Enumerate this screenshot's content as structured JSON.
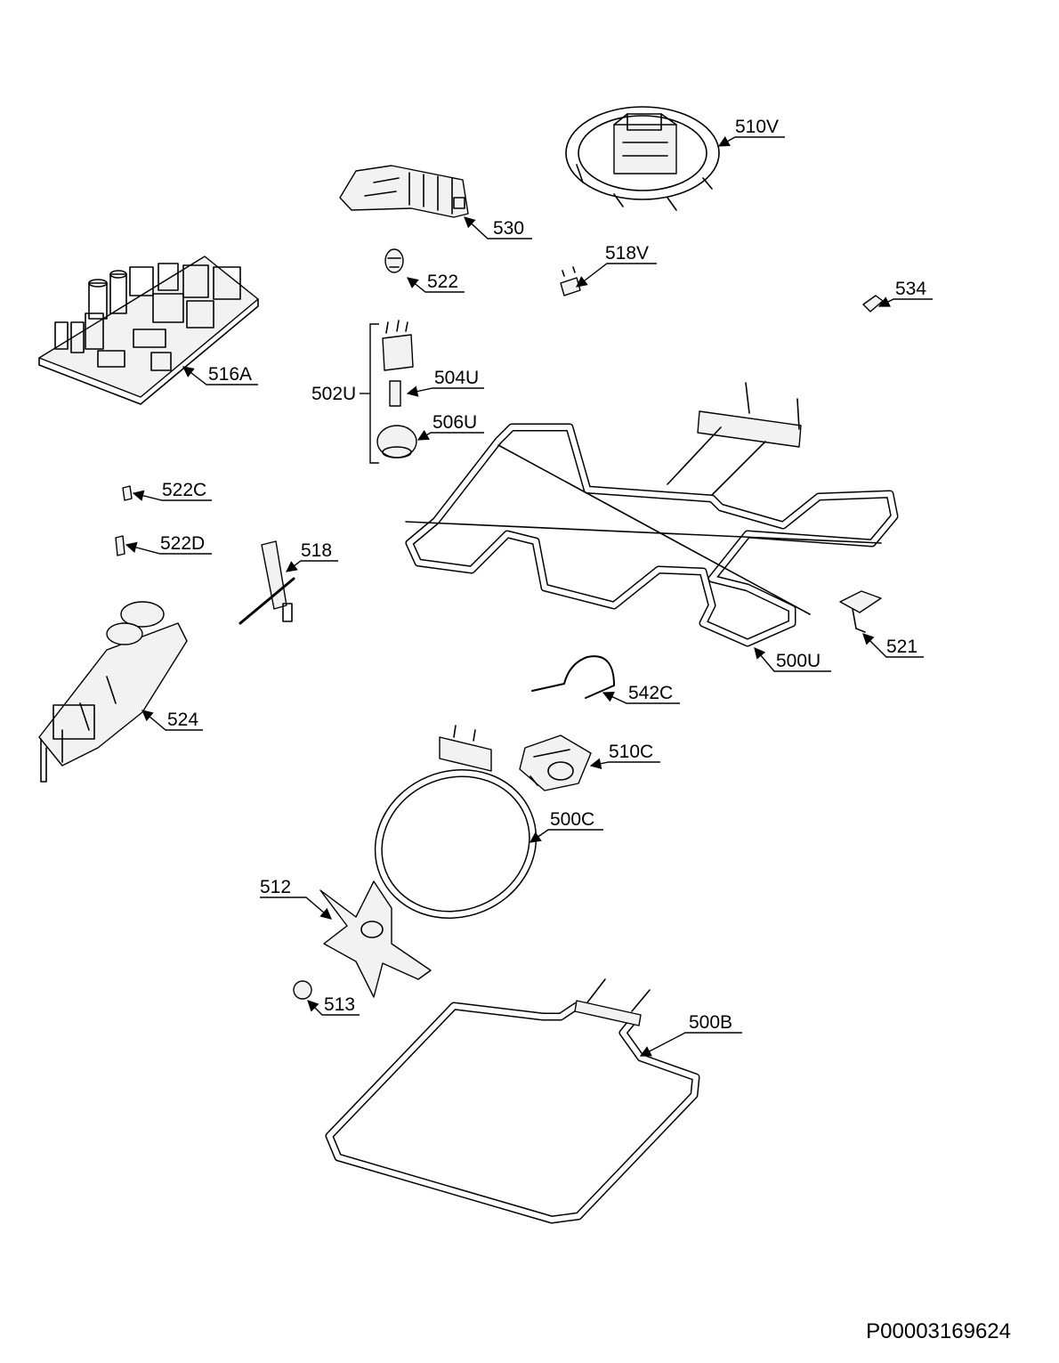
{
  "labels": {
    "p510v": "510V",
    "p530": "530",
    "p522": "522",
    "p518v": "518V",
    "p534": "534",
    "p516a": "516A",
    "p502u": "502U",
    "p504u": "504U",
    "p506u": "506U",
    "p522c": "522C",
    "p522d": "522D",
    "p518": "518",
    "p500u": "500U",
    "p521": "521",
    "p524": "524",
    "p542c": "542C",
    "p510c": "510C",
    "p500c": "500C",
    "p512": "512",
    "p513": "513",
    "p500b": "500B"
  },
  "document_code": "P00003169624"
}
